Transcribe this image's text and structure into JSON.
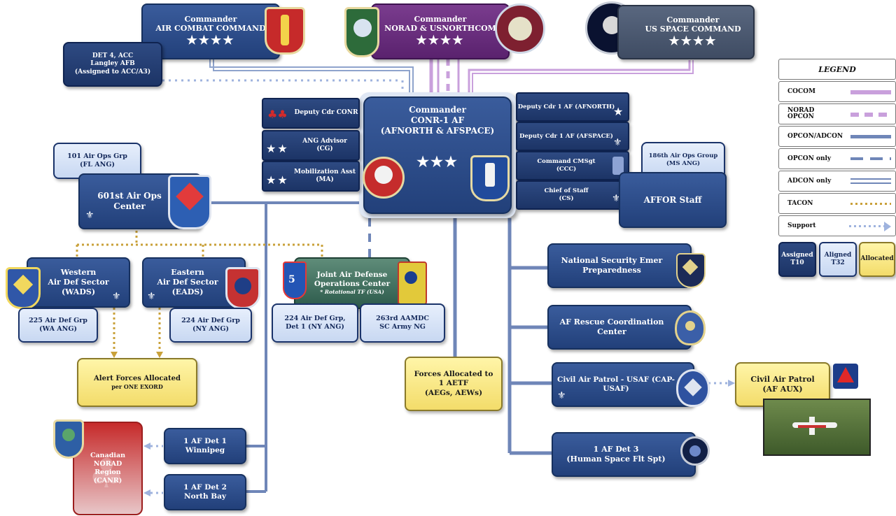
{
  "commanders": {
    "acc": {
      "title": "Commander",
      "name": "AIR COMBAT COMMAND",
      "stars": "★★★★"
    },
    "norad": {
      "title": "Commander",
      "name": "NORAD & USNORTHCOM",
      "stars": "★★★★"
    },
    "space": {
      "title": "Commander",
      "name": "US SPACE COMMAND",
      "stars": "★★★★"
    },
    "conr": {
      "title": "Commander",
      "name": "CONR-1 AF",
      "sub": "(AFNORTH & AFSPACE)",
      "stars": "★★★"
    }
  },
  "det4": {
    "line1": "DET 4, ACC",
    "line2": "Langley AFB",
    "line3": "(Assigned to ACC/A3)"
  },
  "left_staff": [
    {
      "label": "Deputy Cdr CONR",
      "icon": "maple-leaf-icon"
    },
    {
      "label": "ANG Advisor",
      "sub": "(CG)",
      "stars": "★★"
    },
    {
      "label": "Mobilization Asst",
      "sub": "(MA)",
      "stars": "★★"
    }
  ],
  "right_staff": [
    {
      "label": "Deputy Cdr 1 AF (AFNORTH)",
      "stars": "★"
    },
    {
      "label": "Deputy Cdr 1 AF (AFSPACE)"
    },
    {
      "label": "Command CMSgt",
      "sub": "(CCC)"
    },
    {
      "label": "Chief of Staff",
      "sub": "(CS)"
    }
  ],
  "affor": "AFFOR Staff",
  "ops186": {
    "line1": "186th Air Ops Group",
    "line2": "(MS ANG)"
  },
  "ops101": {
    "line1": "101 Air Ops Grp",
    "line2": "(FL ANG)"
  },
  "aoc601": {
    "line1": "601st Air Ops",
    "line2": "Center"
  },
  "wads": {
    "line1": "Western",
    "line2": "Air Def Sector",
    "line3": "(WADS)"
  },
  "eads": {
    "line1": "Eastern",
    "line2": "Air Def Sector",
    "line3": "(EADS)"
  },
  "adg225": {
    "line1": "225 Air Def Grp",
    "line2": "(WA ANG)"
  },
  "adg224": {
    "line1": "224 Air Def Grp",
    "line2": "(NY ANG)"
  },
  "jadoc": {
    "line1": "Joint Air Defense",
    "line2": "Operations Center",
    "line3": "* Rotational TF (USA)"
  },
  "det224": {
    "line1": "224 Air Def Grp,",
    "line2": "Det 1 (NY ANG)"
  },
  "aamdc": {
    "line1": "263rd AAMDC",
    "line2": "SC Army NG"
  },
  "alert": {
    "line1": "Alert Forces Allocated",
    "line2": "per ONE EXORD"
  },
  "aetf": {
    "line1": "Forces Allocated to",
    "line2": "1 AETF",
    "line3": "(AEGs, AEWs)"
  },
  "nsep": {
    "line1": "National Security Emer",
    "line2": "Preparedness"
  },
  "rcc": {
    "line1": "AF Rescue Coordination",
    "line2": "Center"
  },
  "cap": {
    "line1": "Civil Air Patrol - USAF (CAP-",
    "line2": "USAF)"
  },
  "capaux": {
    "line1": "Civil Air Patrol",
    "line2": "(AF AUX)"
  },
  "det3": {
    "line1": "1 AF Det 3",
    "line2": "(Human Space Flt Spt)"
  },
  "det1": {
    "line1": "1 AF Det 1",
    "line2": "Winnipeg"
  },
  "det2": {
    "line1": "1 AF Det 2",
    "line2": "North Bay"
  },
  "canr": {
    "line1": "Canadian",
    "line2": "NORAD",
    "line3": "Region",
    "line4": "(CANR)"
  },
  "legend": {
    "title": "LEGEND",
    "rows": [
      "COCOM",
      "NORAD OPCON",
      "OPCON/ADCON",
      "OPCON only",
      "ADCON only",
      "TACON",
      "Support"
    ],
    "assigned": {
      "line1": "Assigned",
      "line2": "T10"
    },
    "aligned": {
      "line1": "Aligned",
      "line2": "T32"
    },
    "allocated": "Allocated"
  },
  "colors": {
    "navy": "#22407a",
    "purple": "#5a226e",
    "light": "#c8d8f2",
    "yellow": "#f3dc6a",
    "line": "#6f86b8",
    "cocom": "#c9a0dc",
    "tacon": "#c9a13a"
  }
}
